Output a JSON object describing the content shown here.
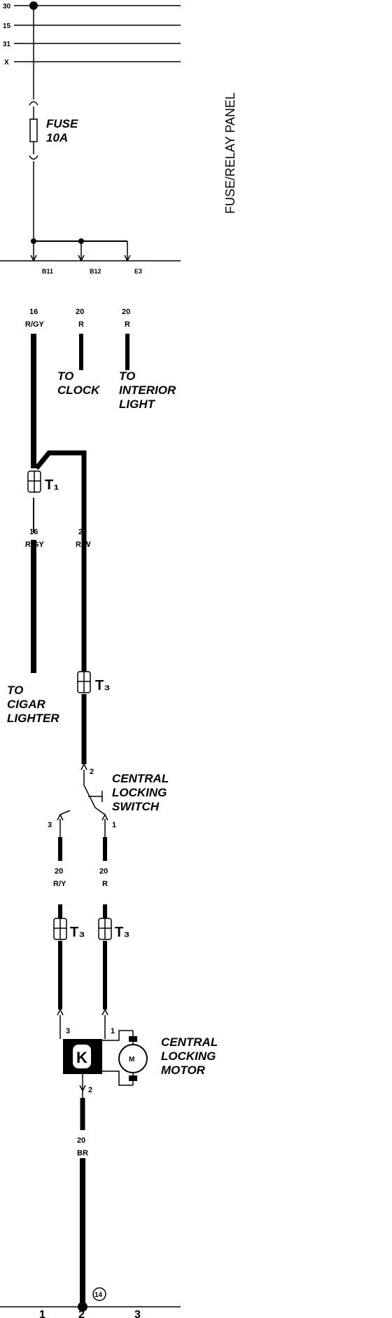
{
  "panel_label": "FUSE/RELAY PANEL",
  "rails": [
    "30",
    "15",
    "31",
    "X"
  ],
  "fuse": {
    "line1": "FUSE",
    "line2": "10A"
  },
  "terminals": [
    "B11",
    "B12",
    "E3"
  ],
  "wires": {
    "w1": {
      "gauge": "16",
      "color": "R/GY"
    },
    "w2": {
      "gauge": "20",
      "color": "R"
    },
    "w3": {
      "gauge": "20",
      "color": "R"
    },
    "w4": {
      "gauge": "16",
      "color": "R/GY"
    },
    "w5": {
      "gauge": "20",
      "color": "R/W"
    },
    "w6": {
      "gauge": "20",
      "color": "R/Y"
    },
    "w7": {
      "gauge": "20",
      "color": "R"
    },
    "w8": {
      "gauge": "20",
      "color": "BR"
    }
  },
  "destinations": {
    "clock": {
      "line1": "TO",
      "line2": "CLOCK"
    },
    "interior": {
      "line1": "TO",
      "line2": "INTERIOR",
      "line3": "LIGHT"
    },
    "cigar": {
      "line1": "TO",
      "line2": "CIGAR",
      "line3": "LIGHTER"
    }
  },
  "connectors": {
    "t1": "T₁",
    "t3a": "T₃",
    "t3b": "T₃",
    "t3c": "T₃"
  },
  "switch": {
    "line1": "CENTRAL",
    "line2": "LOCKING",
    "line3": "SWITCH",
    "pin1": "1",
    "pin2": "2",
    "pin3": "3"
  },
  "motor": {
    "line1": "CENTRAL",
    "line2": "LOCKING",
    "line3": "MOTOR",
    "pin1": "1",
    "pin2": "2",
    "pin3": "3",
    "glyph": "K",
    "m": "M"
  },
  "ground": "14",
  "bottom_numbers": [
    "1",
    "2",
    "3"
  ]
}
